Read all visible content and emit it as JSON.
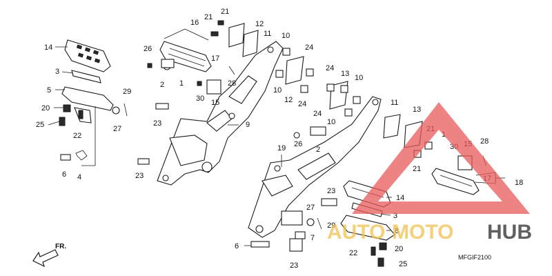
{
  "diagram": {
    "callouts": {
      "n1": "1",
      "n2": "2",
      "n3": "3",
      "n4": "4",
      "n5": "5",
      "n6": "6",
      "n7": "7",
      "n8": "8",
      "n9": "9",
      "n10": "10",
      "n11": "11",
      "n12": "12",
      "n13": "13",
      "n14": "14",
      "n15": "15",
      "n16": "16",
      "n17": "17",
      "n18": "18",
      "n19": "19",
      "n20": "20",
      "n21": "21",
      "n22": "22",
      "n23": "23",
      "n24": "24",
      "n25": "25",
      "n26": "26",
      "n27": "27",
      "n28": "28",
      "n29": "29",
      "n30": "30"
    },
    "direction_label": "FR.",
    "diagram_code": "MFGIF2100"
  },
  "watermark": {
    "text_auto": "AUTO",
    "text_moto": "MOTO",
    "text_hub": "HUB",
    "color_triangle": "#e85a5a",
    "color_auto": "#f2c14e",
    "color_moto": "#f2c14e",
    "color_hub": "#2b2b2b"
  }
}
